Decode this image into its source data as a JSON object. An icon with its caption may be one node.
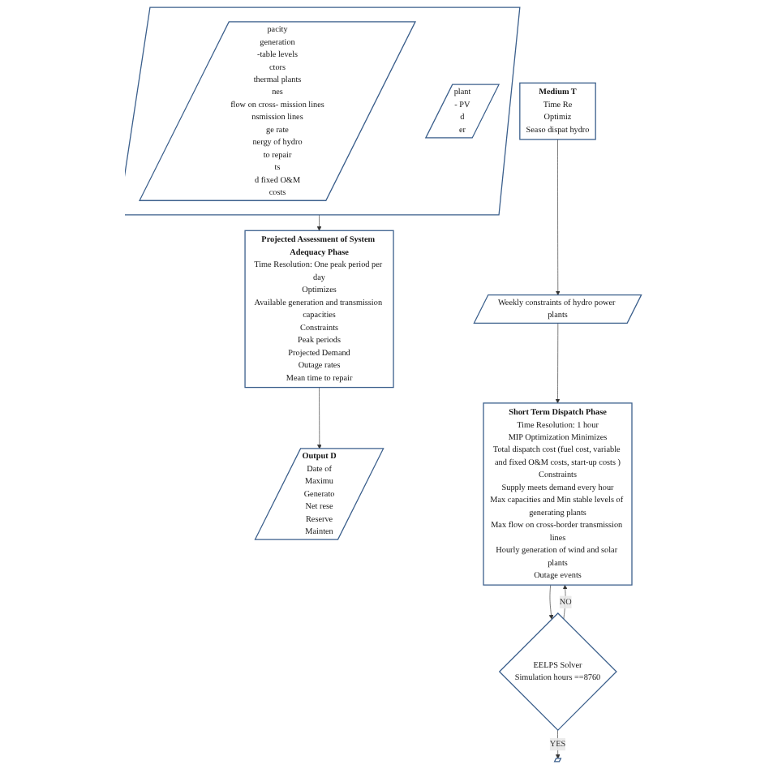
{
  "diagram": {
    "nodes": [
      {
        "text": [],
        "shape": "parallelogram"
      },
      {
        "text": [
          "pacity",
          "generation",
          "-table levels",
          "ctors",
          "thermal plants",
          "nes",
          "flow on cross- mission lines",
          "nsmission lines",
          "ge rate",
          "nergy of hydro",
          "to repair",
          "ts",
          "d fixed O&M",
          "costs"
        ],
        "in": 0
      },
      {
        "text": [
          "plant",
          "- PV",
          "d",
          "er"
        ],
        "in": 0
      },
      {
        "text": [
          "Projected Assessment of System Adequacy Phase",
          "Time Resolution: One peak period per day",
          "Optimizes",
          "Available generation and transmission capacities",
          "Constraints",
          "Peak periods",
          "Projected Demand",
          "Outage rates",
          "Mean time to repair"
        ]
      },
      {
        "text": [
          "Output D",
          "Date of",
          "Maximu",
          "Generato",
          "Net rese",
          "Reserve",
          "Mainten"
        ]
      },
      {
        "text": [
          "Medium T",
          "Time Re",
          "Optimiz",
          "Seaso dispat hydro"
        ]
      },
      {
        "text": [
          "Weekly constraints of hydro power plants"
        ]
      },
      {
        "text": [
          "Short Term Dispatch Phase",
          "Time Resolution: 1 hour",
          "MIP Optimization Minimizes",
          "Total dispatch cost (fuel cost, variable and fixed O&M costs, start-up costs )",
          "Constraints",
          "Supply meets demand every hour",
          "Max capacities and Min stable levels of generating plants",
          "Max flow on cross-border transmission lines",
          "Hourly generation of wind and solar plants",
          "Outage events"
        ]
      },
      {
        "text": [
          "EELPS Solver",
          "Simulation hours ==8760"
        ]
      },
      {
        "text": [],
        "shape": "parallelogram"
      }
    ],
    "edges": [
      {
        "from": 0,
        "to": 3,
        "arrow": "to"
      },
      {
        "from": 3,
        "to": 4,
        "arrow": "to"
      },
      {
        "from": 5,
        "to": 6,
        "arrow": "to"
      },
      {
        "from": 6,
        "to": 7,
        "arrow": "to"
      },
      {
        "from": 7,
        "to": 8,
        "arrow": "to"
      },
      {
        "from": 8,
        "to": 9,
        "arrow": "to",
        "label": "YES"
      },
      {
        "from": 8,
        "to": 7,
        "arrow": "to",
        "label": "NO"
      }
    ]
  }
}
